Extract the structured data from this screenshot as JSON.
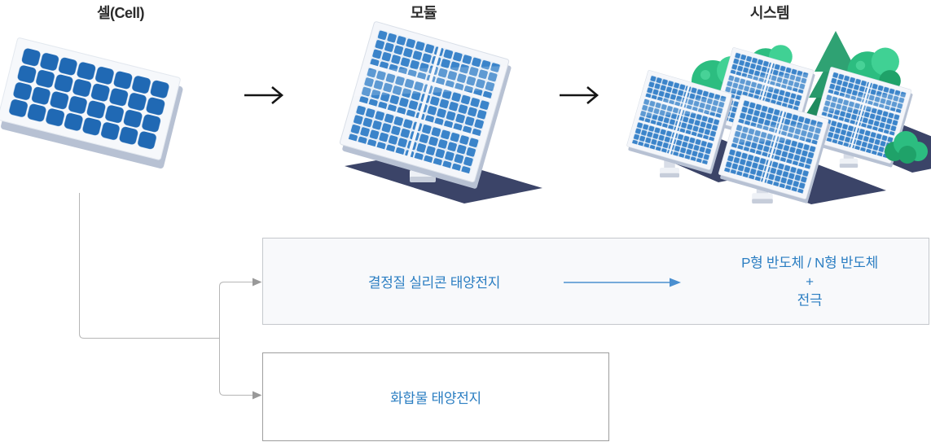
{
  "stages": [
    {
      "label": "셀(Cell)"
    },
    {
      "label": "모듈"
    },
    {
      "label": "시스템"
    }
  ],
  "flow": {
    "crystalline": {
      "label": "결정질 실리콘 태양전지",
      "result_lines": [
        "P형 반도체 / N형 반도체",
        "+",
        "전극"
      ]
    },
    "compound": {
      "label": "화합물 태양전지"
    }
  },
  "icons": {
    "stage_arrow": "arrow-right-icon",
    "flow_arrow": "blue-arrow-right-icon",
    "cell": "solar-cell-panel-illustration",
    "module": "solar-module-on-stand-illustration",
    "system": "solar-farm-with-trees-illustration"
  },
  "colors": {
    "blue_text": "#2b7ec2",
    "flow_arrow_blue": "#4a8fd0",
    "stage_arrow_black": "#151515",
    "label_dark": "#2b2b2b",
    "connector_gray": "#b6b6b6",
    "cell_blue": "#2069b4",
    "module_cell_blue": "#3b84ca",
    "shadow_navy": "#3b4468",
    "tree_green": "#2cbd80",
    "pine_green": "#2a9a6d",
    "box1_bg": "#f8f9fb",
    "box1_border": "#c5c8cc",
    "box2_border": "#9e9e9e"
  }
}
